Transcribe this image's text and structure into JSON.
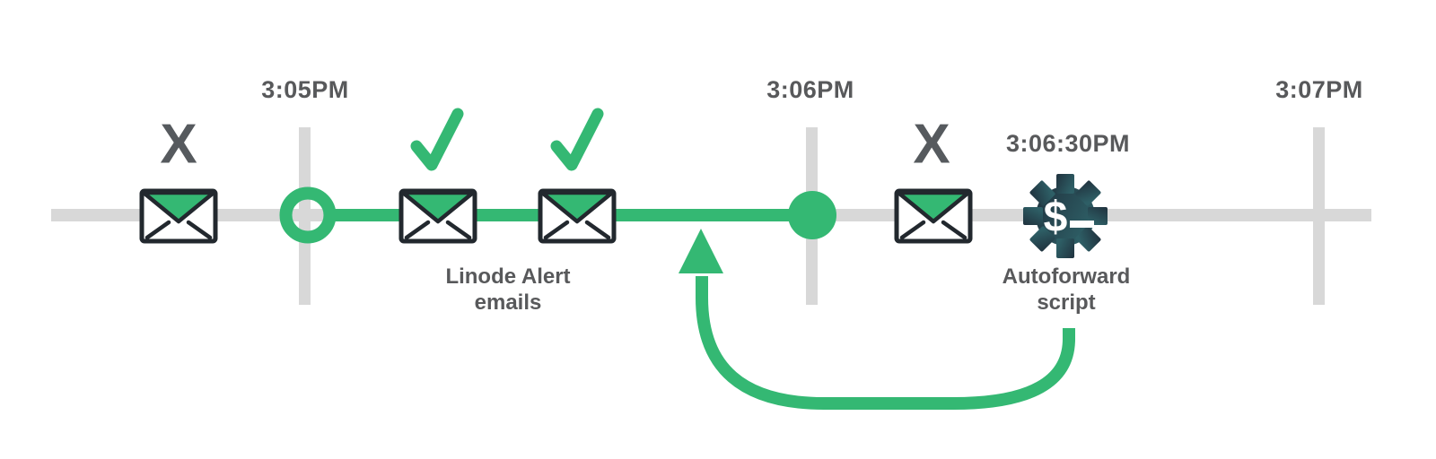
{
  "diagram_title": "Linode alert email timeline with autoforward script loop",
  "colors": {
    "bg": "#ffffff",
    "green": "#34b873",
    "track_gray": "#d8d8d8",
    "text_gray": "#58595b",
    "x_gray": "#565a5e",
    "outline_dark": "#22282e",
    "gear_dark": "#20323e",
    "gear_teal": "#2e5f66",
    "white": "#ffffff"
  },
  "timeline": {
    "ticks": [
      {
        "label": "3:05PM"
      },
      {
        "label": "3:06PM"
      },
      {
        "label": "3:07PM"
      }
    ]
  },
  "events": {
    "failed_email_before": {
      "mark": "X"
    },
    "delivered_emails": {
      "label": "Linode Alert\nemails"
    },
    "failed_email_after": {
      "mark": "X"
    },
    "script": {
      "time": "3:06:30PM",
      "label": "Autoforward\nscript",
      "glyph": "$"
    }
  },
  "icons": {
    "envelope": "email-envelope",
    "check": "success-check",
    "x": "failed-x",
    "gear": "script-gear",
    "arrow": "loop-back-arrow"
  }
}
